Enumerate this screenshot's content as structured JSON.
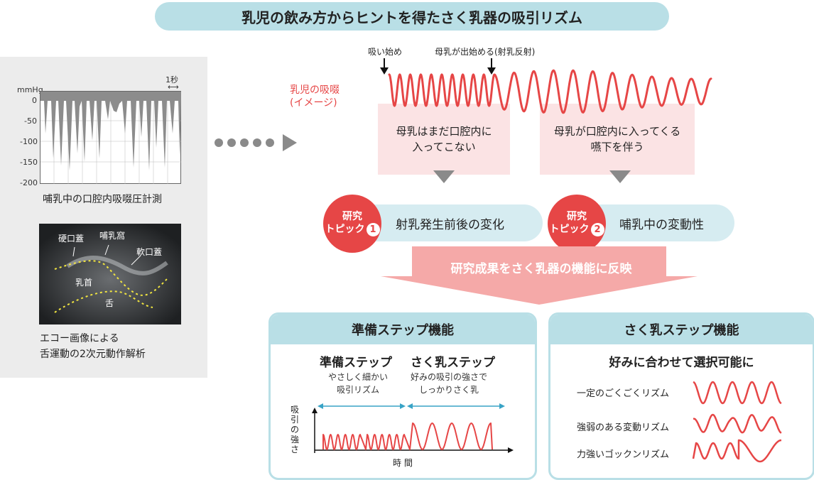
{
  "title": "乳児の飲み方からヒントを得たさく乳器の吸引リズム",
  "left_panel": {
    "chart": {
      "unit": "mmHg",
      "time_scale": "1秒",
      "yticks": [
        "0",
        "-50",
        "-100",
        "-150",
        "-200"
      ],
      "caption": "哺乳中の口腔内吸啜圧計測"
    },
    "ultrasound": {
      "labels": {
        "hard_palate": "硬口蓋",
        "nipple_fossa": "哺乳窩",
        "soft_palate": "軟口蓋",
        "nipple": "乳首",
        "tongue": "舌"
      },
      "caption_line1": "エコー画像による",
      "caption_line2": "舌運動の2次元動作解析"
    }
  },
  "suction": {
    "label_line1": "乳児の吸啜",
    "label_line2": "(イメージ)",
    "start_label": "吸い始め",
    "milk_label": "母乳が出始める(射乳反射)",
    "box1_line1": "母乳はまだ口腔内に",
    "box1_line2": "入ってこない",
    "box2_line1": "母乳が口腔内に入ってくる",
    "box2_line2": "嚥下を伴う"
  },
  "topics": [
    {
      "line1": "研究",
      "line2": "トピック",
      "number": "1",
      "label": "射乳発生前後の変化"
    },
    {
      "line1": "研究",
      "line2": "トピック",
      "number": "2",
      "label": "哺乳中の変動性"
    }
  ],
  "reflect_arrow": "研究成果をさく乳器の機能に反映",
  "prep_function": {
    "title": "準備ステップ機能",
    "step1_title": "準備ステップ",
    "step1_desc1": "やさしく細かい",
    "step1_desc2": "吸引リズム",
    "step2_title": "さく乳ステップ",
    "step2_desc1": "好みの吸引の強さで",
    "step2_desc2": "しっかりさく乳",
    "ylabel": [
      "吸",
      "引",
      "の",
      "強",
      "さ"
    ],
    "xlabel": "時 間"
  },
  "pump_function": {
    "title": "さく乳ステップ機能",
    "subtitle": "好みに合わせて選択可能に",
    "rhythms": [
      "一定のごくごくリズム",
      "強弱のある変動リズム",
      "力強いゴックンリズム"
    ]
  },
  "colors": {
    "accent": "#e64646",
    "blue": "#b9dfe6",
    "pink": "#fbe3e4",
    "gray_chart": "#8c8c8c"
  }
}
